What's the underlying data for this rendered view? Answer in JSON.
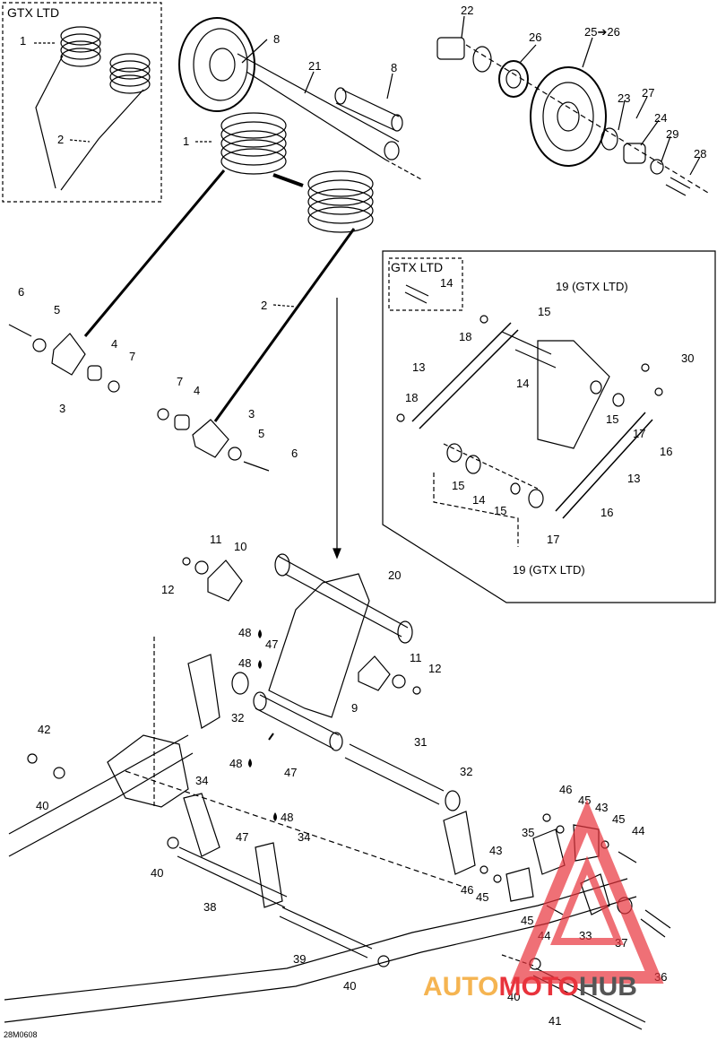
{
  "diagram": {
    "drawing_code": "28M0608",
    "inset_boxes": [
      {
        "title": "GTX LTD"
      },
      {
        "title": "GTX LTD"
      }
    ],
    "callouts": [
      {
        "id": "c1",
        "text": "1"
      },
      {
        "id": "c2",
        "text": "2"
      },
      {
        "id": "c1b",
        "text": "1"
      },
      {
        "id": "c2b",
        "text": "2"
      },
      {
        "id": "c8a",
        "text": "8"
      },
      {
        "id": "c8b",
        "text": "8"
      },
      {
        "id": "c21",
        "text": "21"
      },
      {
        "id": "c22",
        "text": "22"
      },
      {
        "id": "c26",
        "text": "26"
      },
      {
        "id": "c2526",
        "text": "25➔26"
      },
      {
        "id": "c23",
        "text": "23"
      },
      {
        "id": "c27",
        "text": "27"
      },
      {
        "id": "c24",
        "text": "24"
      },
      {
        "id": "c29",
        "text": "29"
      },
      {
        "id": "c28",
        "text": "28"
      },
      {
        "id": "c6a",
        "text": "6"
      },
      {
        "id": "c5a",
        "text": "5"
      },
      {
        "id": "c4a",
        "text": "4"
      },
      {
        "id": "c7a",
        "text": "7"
      },
      {
        "id": "c3a",
        "text": "3"
      },
      {
        "id": "c7b",
        "text": "7"
      },
      {
        "id": "c4b",
        "text": "4"
      },
      {
        "id": "c3b",
        "text": "3"
      },
      {
        "id": "c5b",
        "text": "5"
      },
      {
        "id": "c6b",
        "text": "6"
      },
      {
        "id": "c14a",
        "text": "14"
      },
      {
        "id": "c19a",
        "text": "19 (GTX LTD)"
      },
      {
        "id": "c15a",
        "text": "15"
      },
      {
        "id": "c18a",
        "text": "18"
      },
      {
        "id": "c30",
        "text": "30"
      },
      {
        "id": "c13a",
        "text": "13"
      },
      {
        "id": "c14b",
        "text": "14"
      },
      {
        "id": "c18b",
        "text": "18"
      },
      {
        "id": "c15b",
        "text": "15"
      },
      {
        "id": "c17a",
        "text": "17"
      },
      {
        "id": "c16a",
        "text": "16"
      },
      {
        "id": "c13b",
        "text": "13"
      },
      {
        "id": "c15c",
        "text": "15"
      },
      {
        "id": "c14c",
        "text": "14"
      },
      {
        "id": "c15d",
        "text": "15"
      },
      {
        "id": "c16b",
        "text": "16"
      },
      {
        "id": "c17b",
        "text": "17"
      },
      {
        "id": "c19b",
        "text": "19 (GTX LTD)"
      },
      {
        "id": "c11a",
        "text": "11"
      },
      {
        "id": "c10",
        "text": "10"
      },
      {
        "id": "c12a",
        "text": "12"
      },
      {
        "id": "c20",
        "text": "20"
      },
      {
        "id": "c48a",
        "text": "48"
      },
      {
        "id": "c47a",
        "text": "47"
      },
      {
        "id": "c48b",
        "text": "48"
      },
      {
        "id": "c11b",
        "text": "11"
      },
      {
        "id": "c12b",
        "text": "12"
      },
      {
        "id": "c9",
        "text": "9"
      },
      {
        "id": "c32a",
        "text": "32"
      },
      {
        "id": "c42",
        "text": "42"
      },
      {
        "id": "c40a",
        "text": "40"
      },
      {
        "id": "c48c",
        "text": "48"
      },
      {
        "id": "c47b",
        "text": "47"
      },
      {
        "id": "c31",
        "text": "31"
      },
      {
        "id": "c32b",
        "text": "32"
      },
      {
        "id": "c34a",
        "text": "34"
      },
      {
        "id": "c48d",
        "text": "48"
      },
      {
        "id": "c47c",
        "text": "47"
      },
      {
        "id": "c34b",
        "text": "34"
      },
      {
        "id": "c40b",
        "text": "40"
      },
      {
        "id": "c38",
        "text": "38"
      },
      {
        "id": "c39",
        "text": "39"
      },
      {
        "id": "c40c",
        "text": "40"
      },
      {
        "id": "c46a",
        "text": "46"
      },
      {
        "id": "c45a",
        "text": "45"
      },
      {
        "id": "c43a",
        "text": "43"
      },
      {
        "id": "c45b",
        "text": "45"
      },
      {
        "id": "c44a",
        "text": "44"
      },
      {
        "id": "c35",
        "text": "35"
      },
      {
        "id": "c43b",
        "text": "43"
      },
      {
        "id": "c46b",
        "text": "46"
      },
      {
        "id": "c45c",
        "text": "45"
      },
      {
        "id": "c45d",
        "text": "45"
      },
      {
        "id": "c44b",
        "text": "44"
      },
      {
        "id": "c33",
        "text": "33"
      },
      {
        "id": "c37",
        "text": "37"
      },
      {
        "id": "c36",
        "text": "36"
      },
      {
        "id": "c40d",
        "text": "40"
      },
      {
        "id": "c41",
        "text": "41"
      }
    ]
  },
  "watermark": {
    "part1": "AUTO",
    "part2": "MOTO",
    "part3": "HUB",
    "colors": {
      "auto": "#f5b451",
      "moto": "#e8333c",
      "hub": "#555555"
    }
  }
}
